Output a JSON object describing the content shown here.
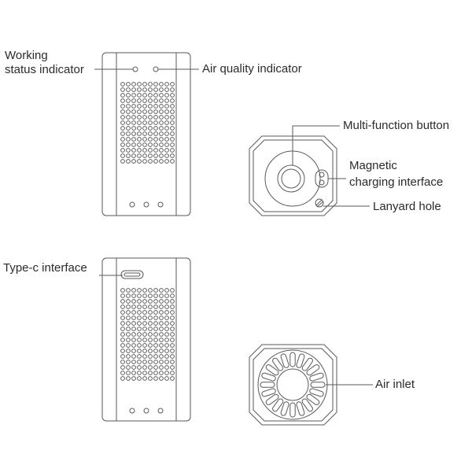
{
  "labels": {
    "working_status_line1": "Working",
    "working_status_line2": "status indicator",
    "air_quality": "Air quality indicator",
    "multi_function": "Multi-function button",
    "magnetic_line1": "Magnetic",
    "magnetic_line2": "charging interface",
    "lanyard": "Lanyard hole",
    "type_c": "Type-c interface",
    "air_inlet": "Air inlet"
  },
  "colors": {
    "stroke": "#5a5a5a",
    "text": "#2b2b2b",
    "background": "#ffffff"
  }
}
